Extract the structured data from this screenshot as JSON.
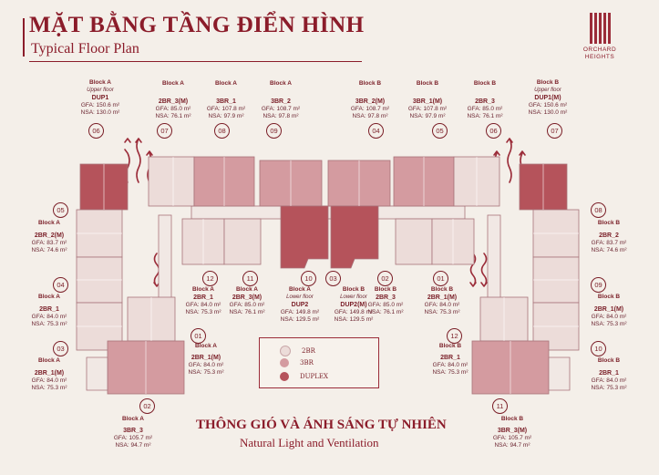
{
  "header": {
    "title_vn": "MẶT BẰNG TẦNG ĐIỂN HÌNH",
    "title_en": "Typical Floor Plan"
  },
  "logo": {
    "line1": "ORCHARD",
    "line2": "HEIGHTS"
  },
  "colors": {
    "2br": "#ecdcd9",
    "3br": "#d49ba0",
    "duplex": "#b5535b",
    "accent": "#8b1c2a"
  },
  "legend": {
    "2br": "2BR",
    "3br": "3BR",
    "duplex": "DUPLEX"
  },
  "footer": {
    "vn": "THÔNG GIÓ VÀ ÁNH SÁNG TỰ NHIÊN",
    "en": "Natural Light and Ventilation"
  },
  "units": [
    {
      "block": "Block A",
      "sub": "Upper floor",
      "name": "DUP1",
      "gfa": "GFA: 150.6 m²",
      "nsa": "NSA: 130.0 m²"
    },
    {
      "block": "Block A",
      "sub": "",
      "name": "2BR_3(M)",
      "gfa": "GFA: 85.0 m²",
      "nsa": "NSA: 76.1 m²"
    },
    {
      "block": "Block A",
      "sub": "",
      "name": "3BR_1",
      "gfa": "GFA: 107.8 m²",
      "nsa": "NSA: 97.9 m²"
    },
    {
      "block": "Block A",
      "sub": "",
      "name": "3BR_2",
      "gfa": "GFA: 108.7 m²",
      "nsa": "NSA: 97.8 m²"
    },
    {
      "block": "Block B",
      "sub": "",
      "name": "3BR_2(M)",
      "gfa": "GFA: 108.7 m²",
      "nsa": "NSA: 97.8 m²"
    },
    {
      "block": "Block B",
      "sub": "",
      "name": "3BR_1(M)",
      "gfa": "GFA: 107.8 m²",
      "nsa": "NSA: 97.9 m²"
    },
    {
      "block": "Block B",
      "sub": "",
      "name": "2BR_3",
      "gfa": "GFA: 85.0 m²",
      "nsa": "NSA: 76.1 m²"
    },
    {
      "block": "Block B",
      "sub": "Upper floor",
      "name": "DUP1(M)",
      "gfa": "GFA: 150.6 m²",
      "nsa": "NSA: 130.0 m²"
    },
    {
      "block": "Block A",
      "sub": "",
      "name": "2BR_2(M)",
      "gfa": "GFA: 83.7 m²",
      "nsa": "NSA: 74.6 m²"
    },
    {
      "block": "Block A",
      "sub": "",
      "name": "2BR_1",
      "gfa": "GFA: 84.0 m²",
      "nsa": "NSA: 75.3 m²"
    },
    {
      "block": "Block A",
      "sub": "",
      "name": "2BR_1(M)",
      "gfa": "GFA: 84.0 m²",
      "nsa": "NSA: 75.3 m²"
    },
    {
      "block": "Block B",
      "sub": "",
      "name": "2BR_2",
      "gfa": "GFA: 83.7 m²",
      "nsa": "NSA: 74.6 m²"
    },
    {
      "block": "Block B",
      "sub": "",
      "name": "2BR_1(M)",
      "gfa": "GFA: 84.0 m²",
      "nsa": "NSA: 75.3 m²"
    },
    {
      "block": "Block B",
      "sub": "",
      "name": "2BR_1",
      "gfa": "GFA: 84.0 m²",
      "nsa": "NSA: 75.3 m²"
    },
    {
      "block": "Block A",
      "sub": "",
      "name": "2BR_1",
      "gfa": "GFA: 84.0 m²",
      "nsa": "NSA: 75.3 m²"
    },
    {
      "block": "Block A",
      "sub": "",
      "name": "2BR_3(M)",
      "gfa": "GFA: 85.0 m²",
      "nsa": "NSA: 76.1 m²"
    },
    {
      "block": "Block A",
      "sub": "Lower floor",
      "name": "DUP2",
      "gfa": "GFA: 149.8 m²",
      "nsa": "NSA: 129.5 m²"
    },
    {
      "block": "Block B",
      "sub": "Lower floor",
      "name": "DUP2(M)",
      "gfa": "GFA: 149.8 m²",
      "nsa": "NSA: 129.5 m²"
    },
    {
      "block": "Block B",
      "sub": "",
      "name": "2BR_3",
      "gfa": "GFA: 85.0 m²",
      "nsa": "NSA: 76.1 m²"
    },
    {
      "block": "Block B",
      "sub": "",
      "name": "2BR_1(M)",
      "gfa": "GFA: 84.0 m²",
      "nsa": "NSA: 75.3 m²"
    },
    {
      "block": "Block A",
      "sub": "",
      "name": "2BR_1(M)",
      "gfa": "GFA: 84.0 m²",
      "nsa": "NSA: 75.3 m²"
    },
    {
      "block": "Block B",
      "sub": "",
      "name": "2BR_1",
      "gfa": "GFA: 84.0 m²",
      "nsa": "NSA: 75.3 m²"
    },
    {
      "block": "Block A",
      "sub": "",
      "name": "3BR_3",
      "gfa": "GFA: 105.7 m²",
      "nsa": "NSA: 94.7 m²"
    },
    {
      "block": "Block B",
      "sub": "",
      "name": "3BR_3(M)",
      "gfa": "GFA: 105.7 m²",
      "nsa": "NSA: 94.7 m²"
    }
  ],
  "circles": [
    "06",
    "07",
    "08",
    "09",
    "04",
    "05",
    "06",
    "07",
    "05",
    "04",
    "03",
    "08",
    "09",
    "10",
    "12",
    "11",
    "10",
    "03",
    "02",
    "01",
    "01",
    "12",
    "02",
    "11"
  ]
}
